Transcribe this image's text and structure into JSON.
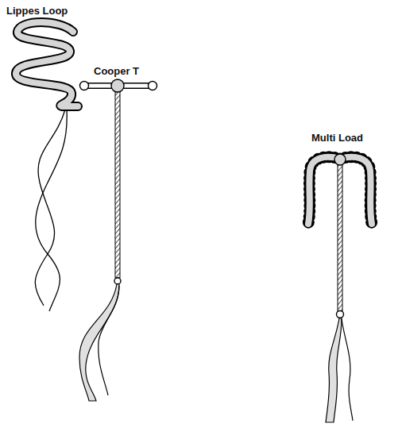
{
  "diagram": {
    "labels": [
      "Lippes Loop",
      "Cooper T",
      "Multi Load"
    ]
  }
}
